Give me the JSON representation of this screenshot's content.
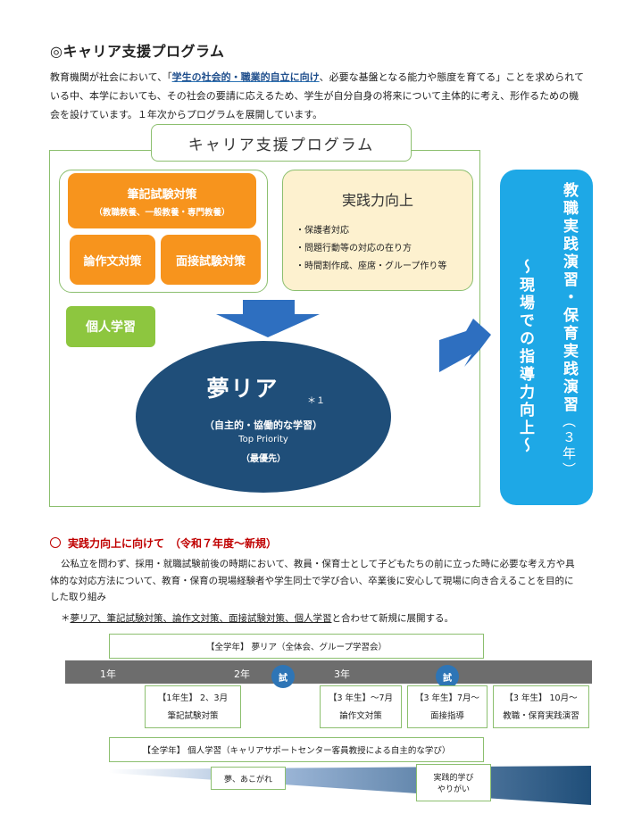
{
  "heading": "◎キャリア支援プログラム",
  "intro": {
    "pre": "教育機関が社会において、「",
    "highlight": "学生の社会的・職業的自立に向け",
    "post": "、必要な基盤となる能力や態度を育てる」ことを求められている中、本学においても、その社会の要請に応えるため、学生が自分自身の将来について主体的に考え、形作るための機会を設けています。１年次からプログラムを展開しています。"
  },
  "diagram": {
    "title": "キャリア支援プログラム",
    "written_exam": {
      "label": "筆記試験対策",
      "sub": "（教職教養、一般教養・専門教養）"
    },
    "essay": "論作文対策",
    "interview": "面接試験対策",
    "practice": {
      "title": "実践力向上",
      "items": [
        "・保護者対応",
        "・問題行動等の対応の在り方",
        "・時間割作成、座席・グループ作り等"
      ]
    },
    "self_study": "個人学習",
    "core": {
      "title": "夢リア",
      "note": "＊１",
      "line1": "（自主的・協働的な学習）",
      "line2": "Top Priority",
      "line3": "（最優先）"
    },
    "side": {
      "col1": "教職実践演習・保育実践演習",
      "col1_year": "（３年）",
      "col2": "～現場での指導力向上～"
    }
  },
  "colors": {
    "orange": "#f7941d",
    "green": "#8dc63f",
    "navy": "#1f4e79",
    "sky": "#1ea8e6",
    "arrow": "#2e6fc0"
  },
  "section2": {
    "heading": "実践力向上に向けて　（令和７年度～新規）",
    "body": "公私立を問わず、採用・就職試験前後の時期において、教員・保育士として子どもたちの前に立った時に必要な考え方や具体的な対応方法について、教育・保育の現場経験者や学生同士で学び合い、卒業後に安心して現場に向き合えることを目的にした取り組み",
    "bullet_mark": "＊",
    "bullet_underlined": "夢リア、筆記試験対策、論作文対策、面接試験対策、個人学習",
    "bullet_rest": "と合わせて新規に展開する。"
  },
  "timeline": {
    "all_year_top": "【全学年】 夢リア（全体会、グループ学習会）",
    "years": [
      "1年",
      "2年",
      "3年"
    ],
    "exam_mark": "試",
    "cards": [
      {
        "l1": "【1年生】 2、3月",
        "l2": "筆記試験対策"
      },
      {
        "l1": "【3 年生】～7月",
        "l2": "論作文対策"
      },
      {
        "l1": "【3 年生】7月～",
        "l2": "面接指導"
      },
      {
        "l1": "【3 年生】 10月～",
        "l2": "教職・保育実践演習"
      }
    ],
    "all_year_bottom": "【全学年】 個人学習（キャリアサポートセンター客員教授による自主的な学び）",
    "stage1": "夢、あこがれ",
    "stage2_line1": "実践的学び",
    "stage2_line2": "やりがい"
  }
}
